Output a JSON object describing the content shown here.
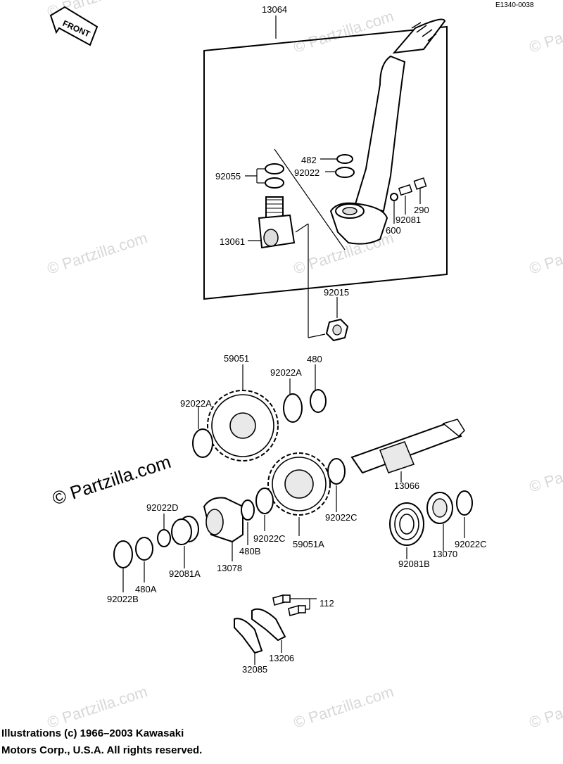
{
  "diagram_code": "E1340-0038",
  "direction_tag": "FRONT",
  "watermark_main": "© Partzilla.com",
  "watermark_tile": "© Partzilla.com",
  "copyright_line1": "Illustrations (c) 1966–2003 Kawasaki",
  "copyright_line2": "Motors Corp., U.S.A.  All rights reserved.",
  "parts": {
    "p13064": "13064",
    "p482": "482",
    "p92022": "92022",
    "p92055": "92055",
    "p290": "290",
    "p92081": "92081",
    "p600": "600",
    "p13061": "13061",
    "p92015": "92015",
    "p59051": "59051",
    "p92022A_top": "92022A",
    "p480": "480",
    "p92022A_left": "92022A",
    "p13066": "13066",
    "p92022D": "92022D",
    "p92022C_mid": "92022C",
    "p92022C_right": "92022C",
    "p480B": "480B",
    "p92022C_low": "92022C",
    "p59051A": "59051A",
    "p13078": "13078",
    "p92081A": "92081A",
    "p480A": "480A",
    "p92022B": "92022B",
    "p13070": "13070",
    "p92081B": "92081B",
    "p112": "112",
    "p13206": "13206",
    "p32085": "32085"
  }
}
